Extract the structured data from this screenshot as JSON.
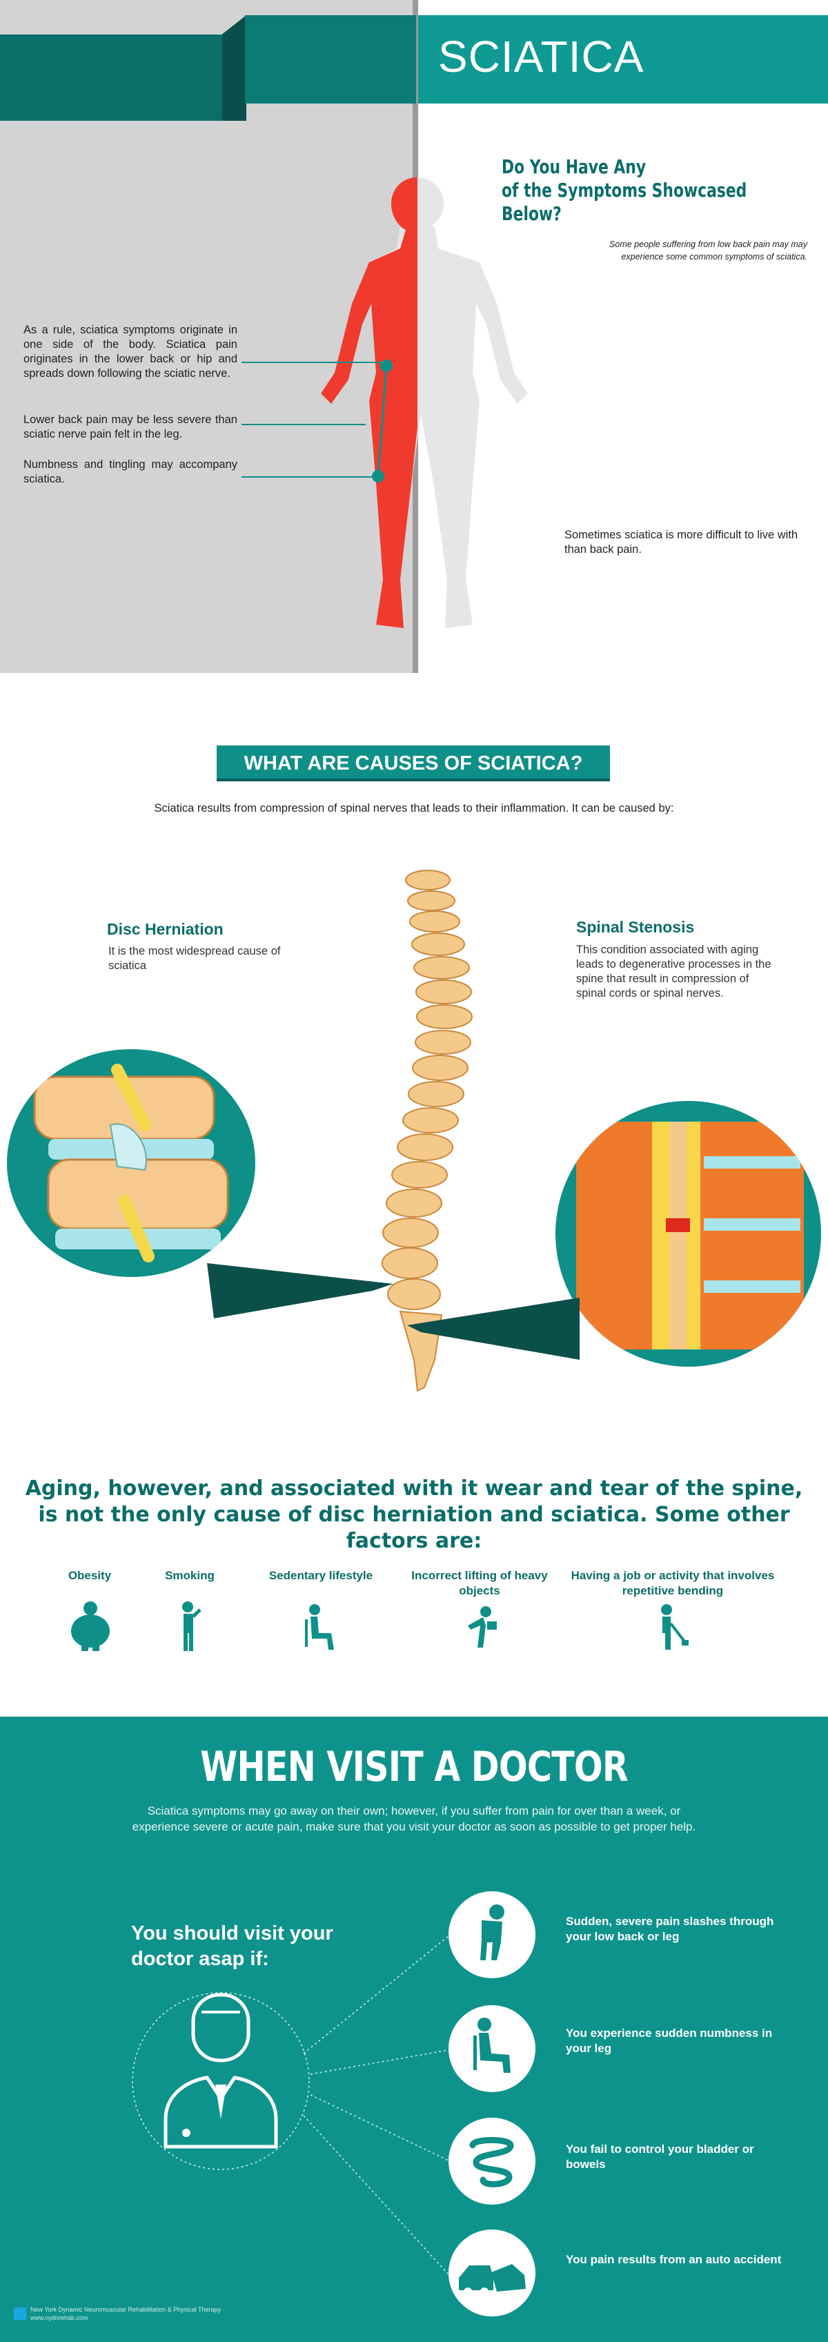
{
  "header": {
    "title": "SCIATICA"
  },
  "symptoms": {
    "heading_line1": "Do You Have Any",
    "heading_line2": "of the Symptoms Showcased Below?",
    "subtext": "Some people suffering from low back pain may may experience some common symptoms of sciatica.",
    "items": [
      "As a rule, sciatica symptoms originate in one side of the body. Sciatica pain originates in the lower back or hip and spreads down following the sciatic nerve.",
      "Lower back pain may be less severe than sciatic nerve pain felt in the leg.",
      "Numbness and tingling may accompany sciatica."
    ],
    "right_note": "Sometimes sciatica is more difficult to live with than back pain."
  },
  "causes": {
    "banner": "WHAT ARE CAUSES OF SCIATICA?",
    "intro": "Sciatica results from compression of spinal nerves that leads to their inflammation. It can be caused by:",
    "disc_title": "Disc Herniation",
    "disc_desc": "It is the most widespread cause of sciatica",
    "stenosis_title": "Spinal Stenosis",
    "stenosis_desc": "This condition associated with aging leads to degenerative processes in the spine that result in compression of spinal cords or spinal nerves."
  },
  "factors": {
    "heading_line1": "Aging, however, and associated with it wear and tear of the spine,",
    "heading_line2": "is not the only cause of disc herniation and sciatica. Some other factors are:",
    "items": [
      {
        "label": "Obesity",
        "icon": "obese-person-icon"
      },
      {
        "label": "Smoking",
        "icon": "smoking-person-icon"
      },
      {
        "label": "Sedentary lifestyle",
        "icon": "sitting-person-icon"
      },
      {
        "label": "Incorrect lifting of heavy objects",
        "icon": "lifting-person-icon"
      },
      {
        "label": "Having a job or activity that involves repetitive bending",
        "icon": "bending-person-icon"
      }
    ]
  },
  "doctor": {
    "title": "WHEN VISIT A DOCTOR",
    "intro": "Sciatica symptoms may go away on their own; however, if you suffer from pain for over than a week, or experience severe or acute pain, make sure that you visit your doctor as soon as possible to get proper help.",
    "visit_heading": "You should visit your doctor asap if:",
    "reasons": [
      {
        "text": "Sudden, severe pain slashes through your low back or leg",
        "icon": "back-pain-person-icon"
      },
      {
        "text": "You experience sudden numbness in your leg",
        "icon": "numb-leg-person-icon"
      },
      {
        "text": "You fail to control your bladder or bowels",
        "icon": "bowel-icon"
      },
      {
        "text": "You pain results from an auto accident",
        "icon": "car-accident-icon"
      }
    ]
  },
  "footer": {
    "org": "New York Dynamic Neuromuscular Rehabilitation & Physical Therapy",
    "url": "www.nydnrehab.com"
  },
  "colors": {
    "teal": "#0e8f88",
    "dark_teal": "#0a6d69",
    "red": "#f03a2e",
    "grey": "#d3d3d3"
  }
}
